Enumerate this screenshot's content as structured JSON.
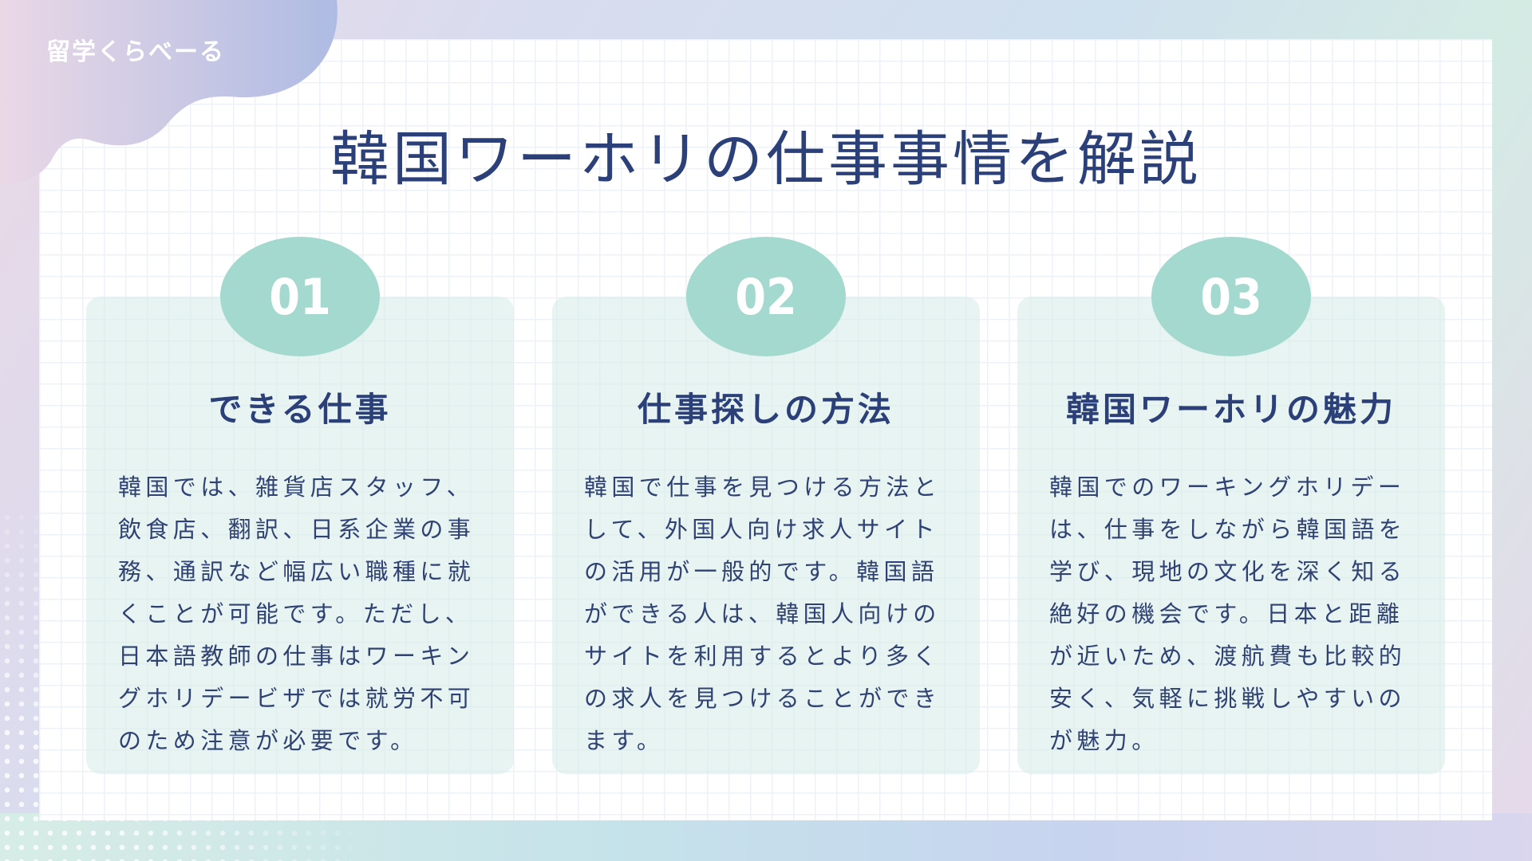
{
  "logo": "留学くらべーる",
  "title": "韓国ワーホリの仕事事情を解説",
  "cards": [
    {
      "number": "01",
      "heading": "できる仕事",
      "body": "韓国では、雑貨店スタッフ、飲食店、翻訳、日系企業の事務、通訳など幅広い職種に就くことが可能です。ただし、日本語教師の仕事はワーキングホリデービザでは就労不可のため注意が必要です。"
    },
    {
      "number": "02",
      "heading": "仕事探しの方法",
      "body": "韓国で仕事を見つける方法として、外国人向け求人サイトの活用が一般的です。韓国語ができる人は、韓国人向けのサイトを利用するとより多くの求人を見つけることができます。"
    },
    {
      "number": "03",
      "heading": "韓国ワーホリの魅力",
      "body": "韓国でのワーキングホリデーは、仕事をしながら韓国語を学び、現地の文化を深く知る絶好の機会です。日本と距離が近いため、渡航費も比較的安く、気軽に挑戦しやすいのが魅力。"
    }
  ]
}
